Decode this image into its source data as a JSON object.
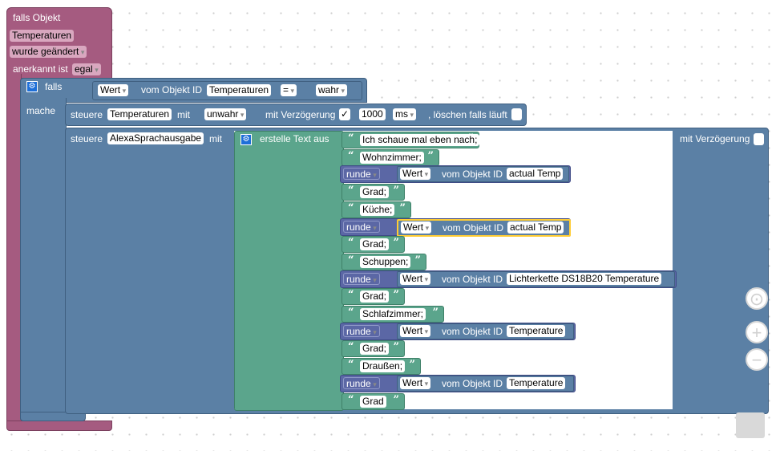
{
  "trigger": {
    "title": "falls Objekt",
    "object": "Temperaturen",
    "event": "wurde geändert",
    "ack_label": "anerkannt ist",
    "ack_value": "egal"
  },
  "if_block": {
    "label": "falls",
    "do_label": "mache",
    "compare": {
      "attr": "Wert",
      "of_object": "vom Objekt ID",
      "object": "Temperaturen",
      "operator": "=",
      "value": "wahr"
    }
  },
  "control1": {
    "label": "steuere",
    "object": "Temperaturen",
    "with": "mit",
    "value": "unwahr",
    "delay_label": "mit Verzögerung",
    "delay_checked": true,
    "delay_value": "1000",
    "unit": "ms",
    "clear_label": ", löschen falls läuft"
  },
  "control2": {
    "label": "steuere",
    "object": "AlexaSprachausgabe",
    "with": "mit",
    "delay_label": "mit Verzögerung"
  },
  "text_join": {
    "label": "erstelle Text aus",
    "items": [
      {
        "kind": "text",
        "value": "Ich schaue mal eben nach;"
      },
      {
        "kind": "text",
        "value": "Wohnzimmer;"
      },
      {
        "kind": "round",
        "op": "runde",
        "attr": "Wert",
        "of_object": "vom Objekt ID",
        "object": "actual Temp"
      },
      {
        "kind": "text",
        "value": "Grad;"
      },
      {
        "kind": "text",
        "value": "Küche;"
      },
      {
        "kind": "round",
        "op": "runde",
        "attr": "Wert",
        "of_object": "vom Objekt ID",
        "object": "actual Temp",
        "selected": true
      },
      {
        "kind": "text",
        "value": "Grad;"
      },
      {
        "kind": "text",
        "value": "Schuppen;"
      },
      {
        "kind": "round",
        "op": "runde",
        "attr": "Wert",
        "of_object": "vom Objekt ID",
        "object": "Lichterkette DS18B20  Temperature"
      },
      {
        "kind": "text",
        "value": "Grad;"
      },
      {
        "kind": "text",
        "value": "Schlafzimmer;"
      },
      {
        "kind": "round",
        "op": "runde",
        "attr": "Wert",
        "of_object": "vom Objekt ID",
        "object": "Temperature"
      },
      {
        "kind": "text",
        "value": "Grad;"
      },
      {
        "kind": "text",
        "value": "Draußen;"
      },
      {
        "kind": "round",
        "op": "runde",
        "attr": "Wert",
        "of_object": "vom Objekt ID",
        "object": "Temperature"
      },
      {
        "kind": "text",
        "value": "Grad"
      }
    ]
  },
  "zoom": {
    "reset_icon": "target-icon",
    "in_icon": "plus-icon",
    "out_icon": "minus-icon"
  },
  "colors": {
    "trigger": "#a55b80",
    "control": "#5b80a5",
    "text": "#5ba58c",
    "math": "#5b67a5",
    "selected": "#fc3"
  }
}
